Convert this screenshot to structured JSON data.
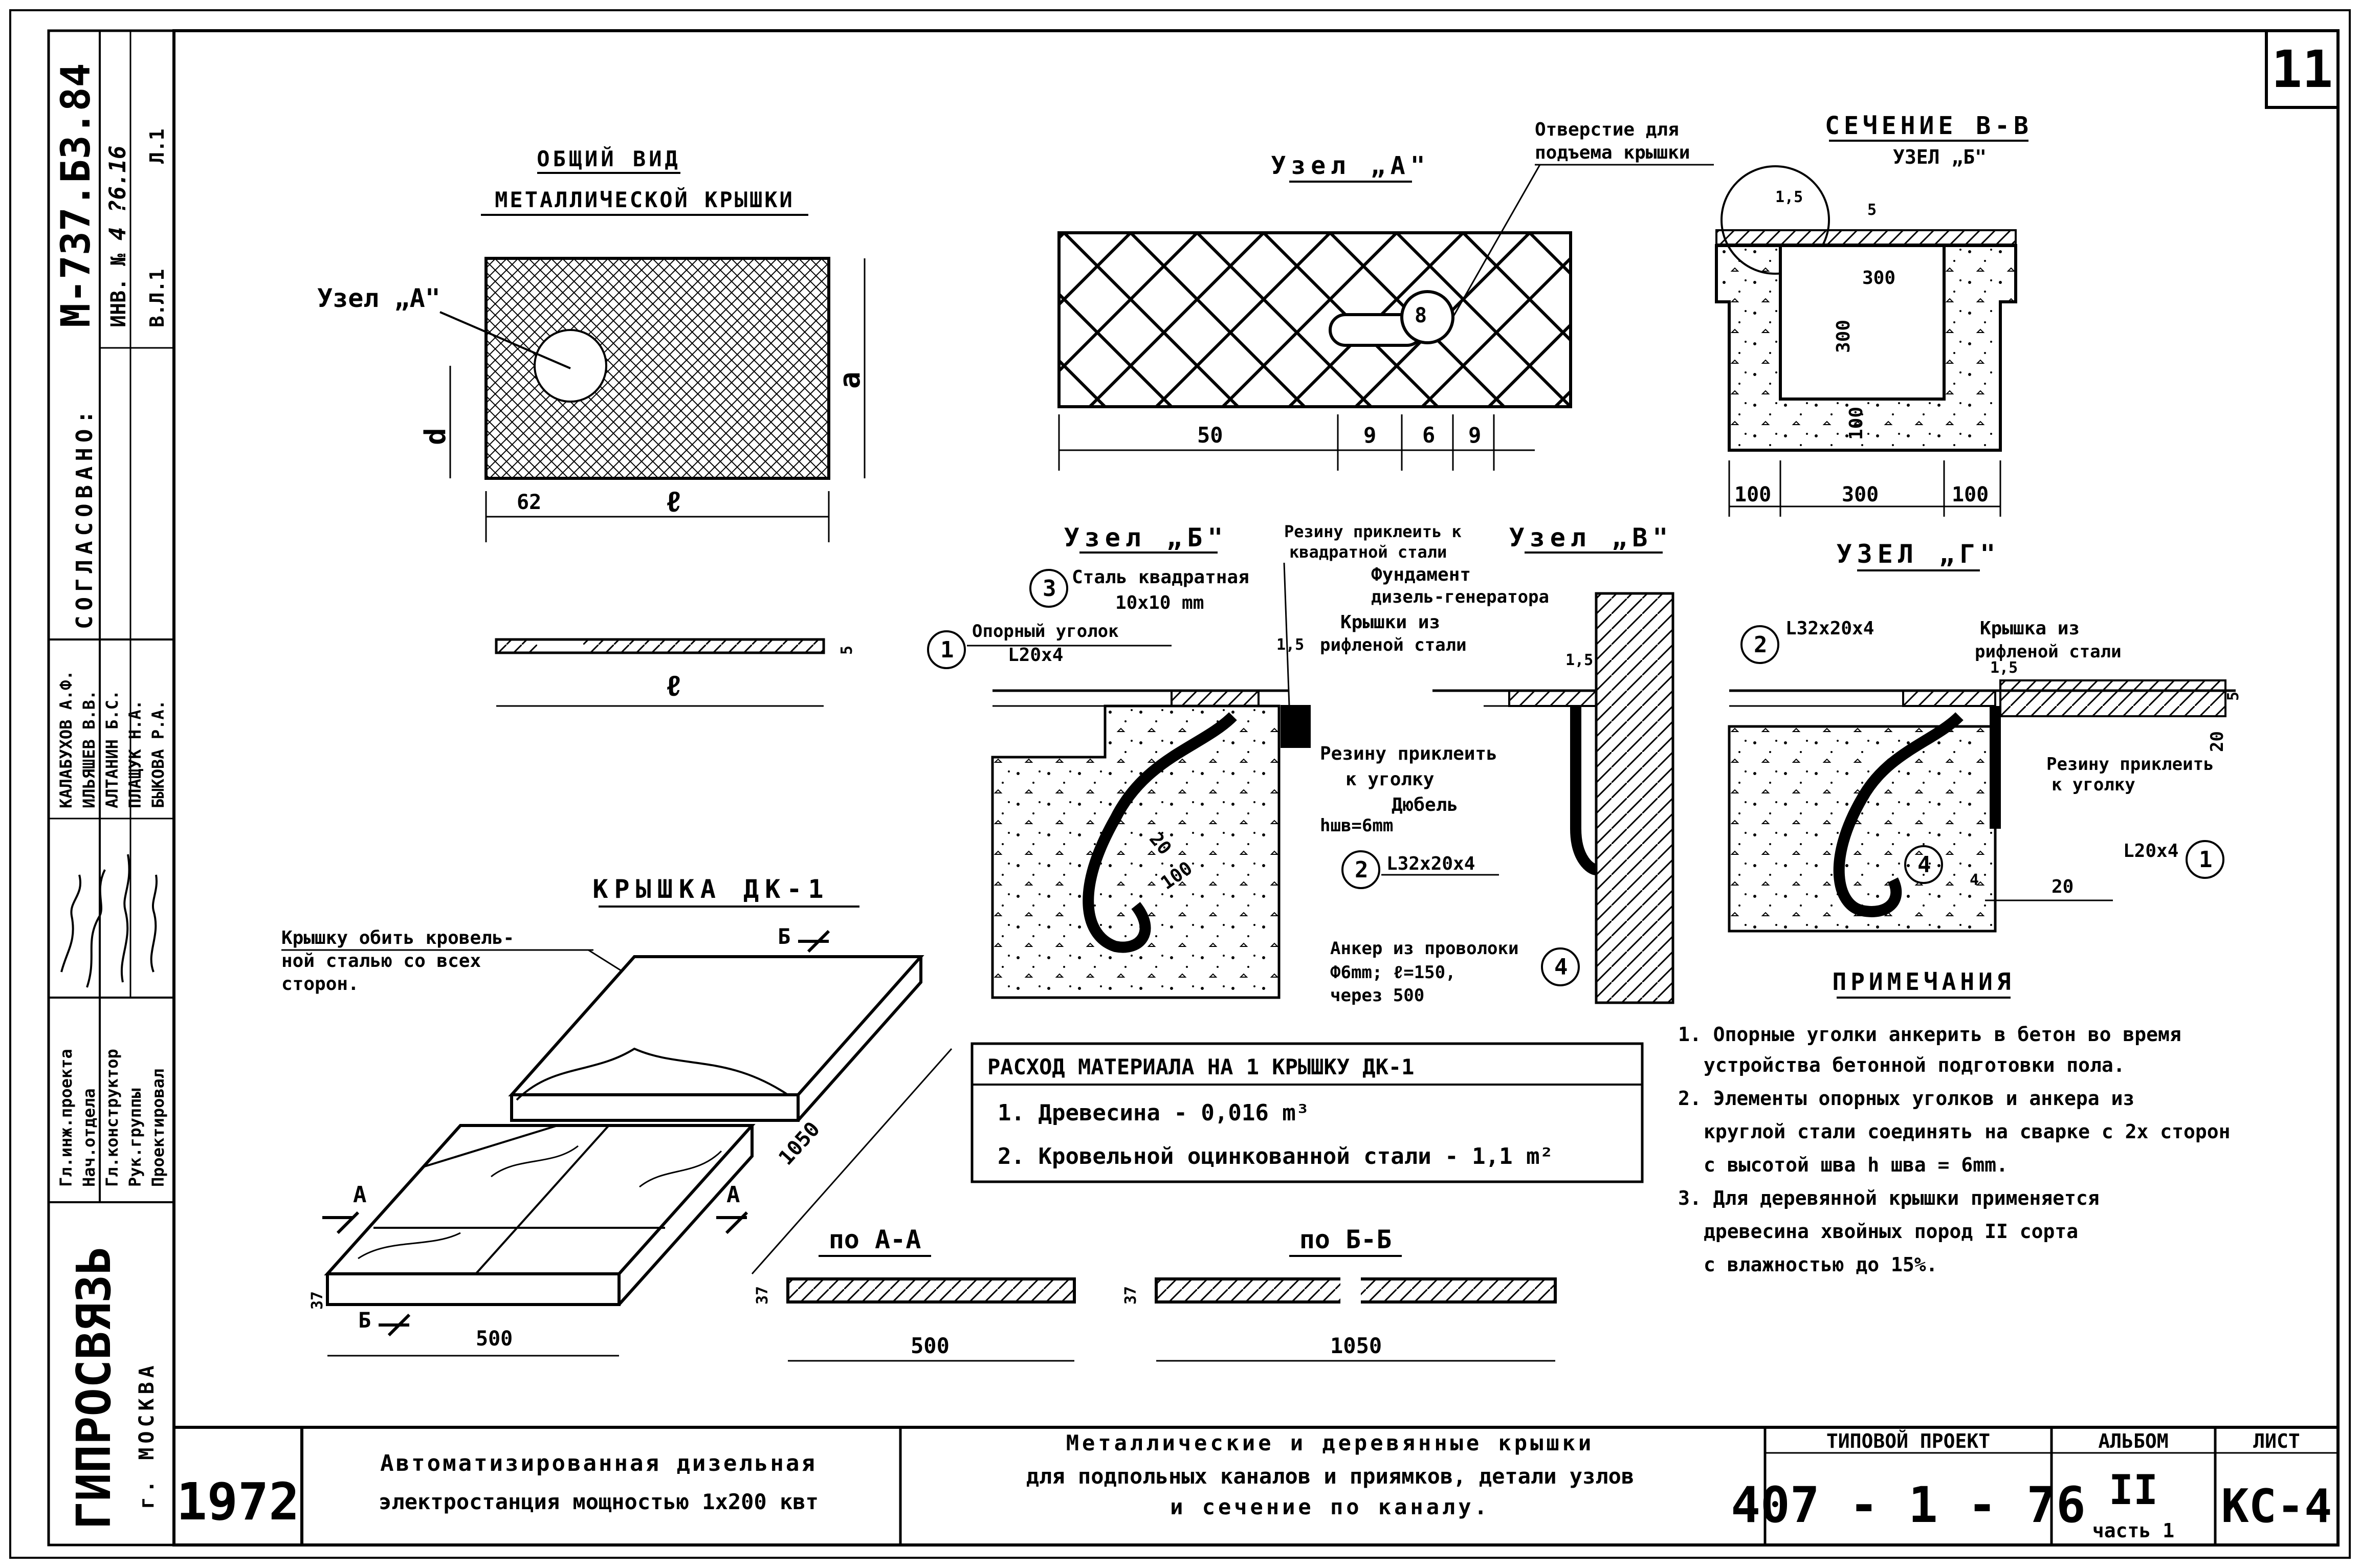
{
  "sheet_number": "11",
  "side_strip": {
    "doc_code": "М-737.Б3.84",
    "inv_label": "ИНВ. №",
    "inv_value": "4 ?6.16",
    "vl": "В.Л.1",
    "list": "Л.1",
    "agreed": "СОГЛАСОВАНО:"
  },
  "general_view": {
    "title_line1": "ОБЩИЙ ВИД",
    "title_line2": "МЕТАЛЛИЧЕСКОЙ КРЫШКИ",
    "node_label": "Узел „А\"",
    "dim_62": "62",
    "dim_l": "ℓ",
    "dim_a": "а",
    "dim_d": "d",
    "dim_5": "5",
    "dim_l2": "ℓ"
  },
  "node_a": {
    "title": "Узел „А\"",
    "callout_line1": "Отверстие для",
    "callout_line2": "подъема крышки",
    "hole_label": "8",
    "dims": [
      "50",
      "9",
      "6",
      "9"
    ]
  },
  "section_vv": {
    "title": "СЕЧЕНИЕ В-В",
    "node_label": "УЗЕЛ „Б\"",
    "dim_15": "1,5",
    "dim_5": "5",
    "dim_300a": "300",
    "dim_300b": "300",
    "dim_100a": "100",
    "bottom_dims": [
      "100",
      "300",
      "100"
    ]
  },
  "node_b": {
    "title": "Узел „Б\"",
    "marker1": "1",
    "marker3": "3",
    "steel_line1": "Сталь квадратная",
    "steel_line2": "10x10 mm",
    "support_line1": "Опорный уголок",
    "support_line2": "L20x4",
    "rubber_line1": "Резину приклеить к",
    "rubber_line2": "квадратной стали",
    "dim_15": "1,5",
    "dim_20": "20",
    "dim_100": "100",
    "weld": "hшв=6mm"
  },
  "node_v": {
    "title": "Узел „В\"",
    "foundation_line1": "Фундамент",
    "foundation_line2": "дизель-генератора",
    "cover_line1": "Крышки из",
    "cover_line2": "рифленой стали",
    "rubber_line1": "Резину приклеить",
    "rubber_line2": "к уголку",
    "dowel": "Дюбель",
    "dim_15": "1,5",
    "marker2": "2",
    "angle2": "L32x20x4",
    "marker4": "4",
    "anchor_line1": "Анкер из проволоки",
    "anchor_line2": "Ф6mm; ℓ=150,",
    "anchor_line3": "через 500"
  },
  "node_g": {
    "title": "УЗЕЛ „Г\"",
    "marker2": "2",
    "angle2": "L32x20x4",
    "cover_line1": "Крышка из",
    "cover_line2": "рифленой стали",
    "dim_15": "1,5",
    "dim_5": "5",
    "dim_20": "20",
    "rubber_line1": "Резину приклеить",
    "rubber_line2": "к уголку",
    "angle1": "L20x4",
    "marker1": "1",
    "marker4": "4",
    "dim_4": "4",
    "dim_20b": "20"
  },
  "cover_dk1": {
    "title": "КРЫШКА ДК-1",
    "note_line1": "Крышку обить кровель-",
    "note_line2": "ной сталью со всех",
    "note_line3": "сторон.",
    "b_mark": "Б",
    "a_mark": "А",
    "dim_1050": "1050",
    "dim_37": "37",
    "dim_500": "500"
  },
  "material_table": {
    "header": "РАСХОД МАТЕРИАЛА НА 1 КРЫШКУ ДК-1",
    "row1": "1. Древесина        - 0,016 m³",
    "row2": "2. Кровельной оцинкованной стали - 1,1 m²"
  },
  "section_aa": {
    "title": "по А-А",
    "dim_37": "37",
    "dim_500": "500"
  },
  "section_bb": {
    "title": "по Б-Б",
    "dim_37": "37",
    "dim_1050": "1050"
  },
  "notes": {
    "title": "ПРИМЕЧАНИЯ",
    "lines": [
      "1. Опорные уголки анкерить в бетон во время",
      "устройства бетонной подготовки пола.",
      "2. Элементы опорных уголков и анкера из",
      "круглой стали соединять на сварке с 2х сторон",
      "с высотой шва h шва = 6mm.",
      "3. Для деревянной крышки применяется",
      "древесина хвойных пород II сорта",
      "с влажностью до 15%."
    ]
  },
  "stamp": {
    "roles": [
      "Гл.инж.проекта",
      "Нач.отдела",
      "Гл.конструктор",
      "Рук.группы",
      "Проектировал"
    ],
    "names": [
      "КАЛАБУХОВ А.Ф.",
      "ИЛЬЯШЕВ В.В.",
      "АЛТАНИН Б.С.",
      "ПЛАЩУК Н.А.",
      "БЫКОВА Р.А."
    ],
    "org": "ГИПРОСВЯЗЬ",
    "city": "г. МОСКВА",
    "year": "1972",
    "project_line1": "Автоматизированная дизельная",
    "project_line2": "электростанция мощностью 1х200 квт",
    "desc_line1": "Металлические и деревянные крышки",
    "desc_line2": "для подпольных каналов и приямков, детали узлов",
    "desc_line3": "и сечение по каналу.",
    "typical_label": "ТИПОВОЙ ПРОЕКТ",
    "typical_value": "407 - 1 - 76",
    "album_label": "АЛЬБОМ",
    "album_value": "II",
    "album_part": "часть 1",
    "sheet_label": "ЛИСТ",
    "sheet_value": "КС-4"
  }
}
